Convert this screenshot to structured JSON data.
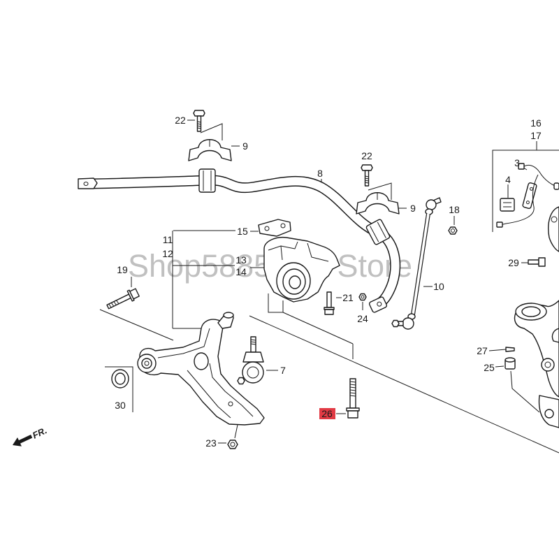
{
  "diagram": {
    "callouts": {
      "p22a": "22",
      "p9a": "9",
      "p8": "8",
      "p22b": "22",
      "p9b": "9",
      "p18": "18",
      "p16": "16",
      "p17": "17",
      "p3": "3",
      "p4": "4",
      "p15": "15",
      "p11": "11",
      "p12": "12",
      "p13": "13",
      "p14": "14",
      "p19": "19",
      "p21": "21",
      "p24": "24",
      "p10": "10",
      "p7": "7",
      "p30": "30",
      "p23": "23",
      "p26": "26",
      "p27": "27",
      "p25": "25",
      "p29": "29"
    },
    "front_marker": "FR.",
    "highlight_color": "#e23a44"
  },
  "watermark": {
    "left": "Shop5885",
    "right": "r Store"
  }
}
